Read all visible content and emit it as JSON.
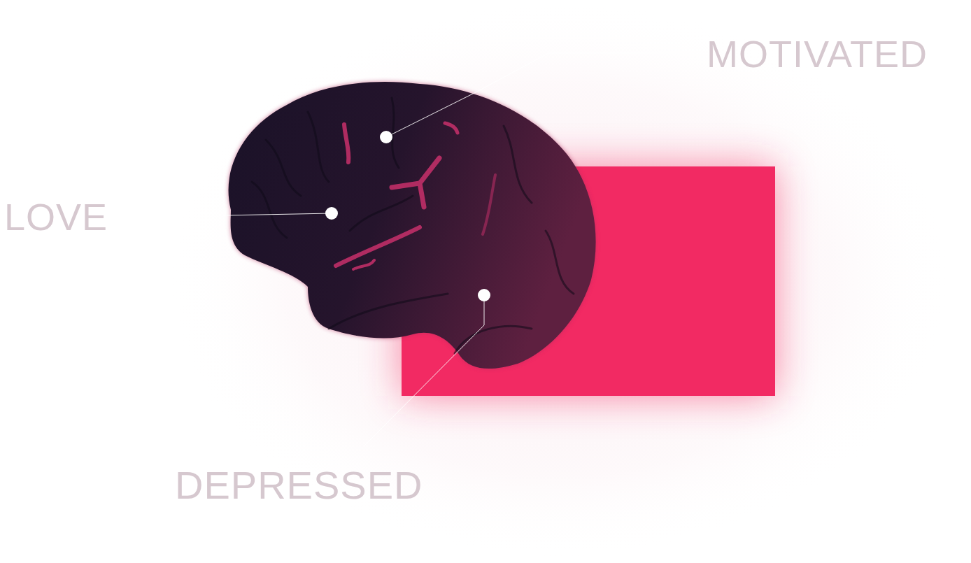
{
  "diagram": {
    "labels": [
      "MOTIVATED",
      "LOVE",
      "DEPRESSED"
    ]
  }
}
